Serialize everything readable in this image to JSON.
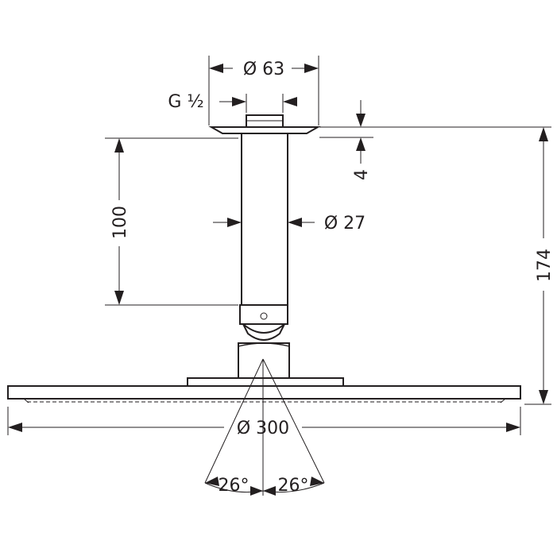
{
  "drawing": {
    "dimensions": {
      "flange_diameter": "Ø 63",
      "thread": "G ½",
      "flange_thickness": "4",
      "arm_length": "100",
      "arm_diameter": "Ø 27",
      "total_height": "174",
      "head_diameter": "Ø 300",
      "angle_left": "26°",
      "angle_right": "26°"
    }
  }
}
